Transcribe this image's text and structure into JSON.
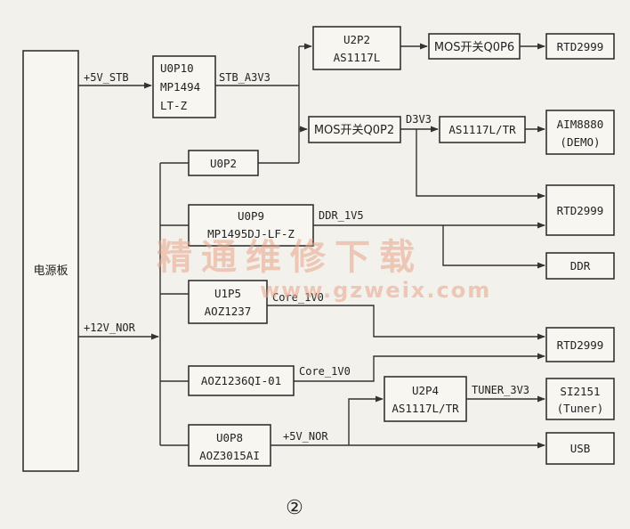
{
  "blocks": {
    "power_board": "电源板",
    "u0p10": [
      "U0P10",
      "MP1494",
      "LT-Z"
    ],
    "u2p2": [
      "U2P2",
      "AS1117L"
    ],
    "mos_q0p6": "MOS开关Q0P6",
    "rtd_1": "RTD2999",
    "mos_q0p2": "MOS开关Q0P2",
    "as1117l_tr": "AS1117L/TR",
    "aim8880": [
      "AIM8880",
      "(DEMO)"
    ],
    "u0p2": "U0P2",
    "u0p9": [
      "U0P9",
      "MP1495DJ-LF-Z"
    ],
    "rtd_2": "RTD2999",
    "ddr": "DDR",
    "u1p5": [
      "U1P5",
      "AOZ1237"
    ],
    "rtd_3": "RTD2999",
    "aoz1236": "AOZ1236QI-01",
    "u2p4": [
      "U2P4",
      "AS1117L/TR"
    ],
    "si2151": [
      "SI2151",
      "(Tuner)"
    ],
    "u0p8": [
      "U0P8",
      "AOZ3015AI"
    ],
    "usb": "USB"
  },
  "nets": {
    "stb_5v": "+5V_STB",
    "stb_a3v3": "STB_A3V3",
    "d3v3": "D3V3",
    "ddr_1v5": "DDR_1V5",
    "nor_12v": "+12V_NOR",
    "core_1v0_a": "Core_1V0",
    "core_1v0_b": "Core_1V0",
    "tuner_3v3": "TUNER_3V3",
    "nor_5v": "+5V_NOR"
  },
  "watermark": {
    "line1": "精通维修下载",
    "line2": "www.gzweix.com"
  },
  "figure_label": "②"
}
